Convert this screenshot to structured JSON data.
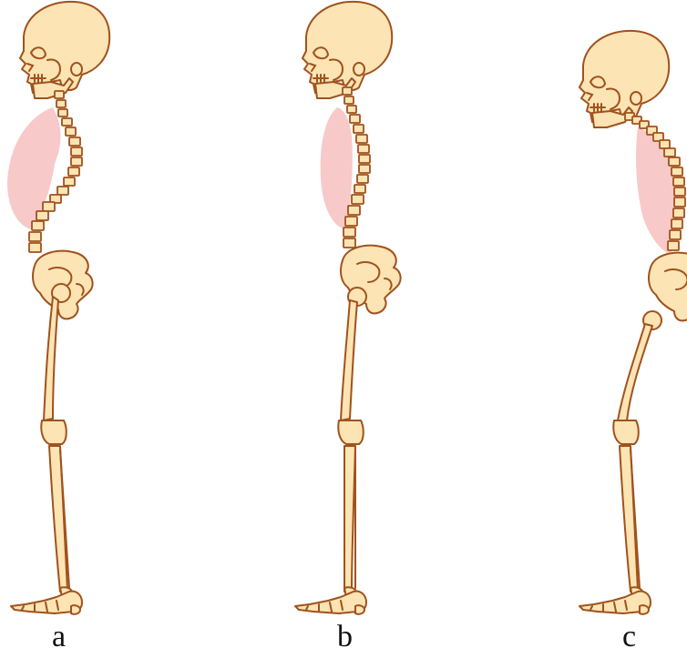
{
  "panels": [
    {
      "id": "a",
      "label": "a"
    },
    {
      "id": "b",
      "label": "b"
    },
    {
      "id": "c",
      "label": "c"
    }
  ],
  "colors": {
    "bone_fill": "#fde4b4",
    "bone_stroke": "#a0521d",
    "torso_highlight": "#f8c9c9",
    "label_text": "#111111",
    "background": "#ffffff"
  }
}
